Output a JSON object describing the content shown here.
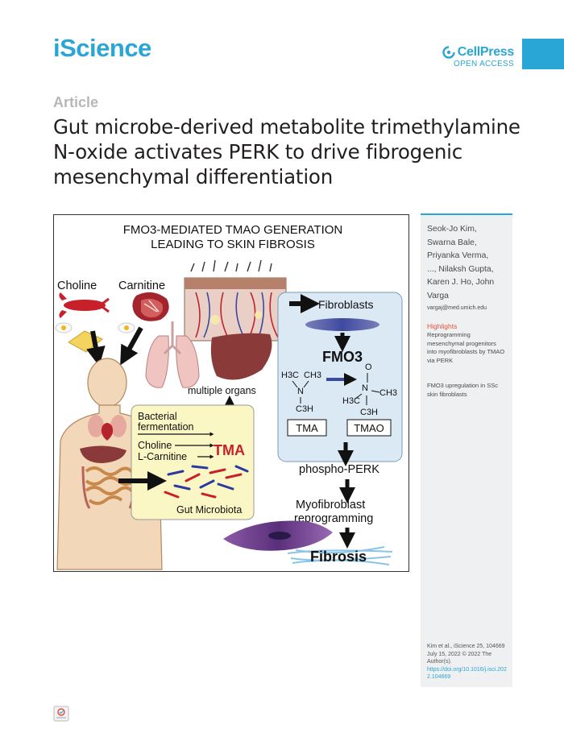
{
  "header": {
    "journal": "iScience",
    "publisher": "CellPress",
    "access": "OPEN ACCESS",
    "brand_color": "#2aa6d6"
  },
  "article": {
    "type": "Article",
    "title_lines": [
      "Gut microbe-derived metabolite trimethylamine",
      "N-oxide activates PERK to drive fibrogenic",
      "mesenchymal differentiation"
    ]
  },
  "graphical_abstract": {
    "heading_line1": "FMO3-MEDIATED TMAO GENERATION",
    "heading_line2": "LEADING TO SKIN FIBROSIS",
    "choline": "Choline",
    "carnitine": "Carnitine",
    "fibroblasts": "Fibroblasts",
    "fmo3": "FMO3",
    "tma_box": "TMA",
    "tmao_box": "TMAO",
    "multiple_organs": "multiple organs",
    "bacterial": "Bacterial",
    "fermentation": "fermentation",
    "choline2": "Choline",
    "lcarnitine": "L-Carnitine",
    "tma_red": "TMA",
    "gut_microbiota": "Gut Microbiota",
    "phospho_perk": "phospho-PERK",
    "myofibroblast": "Myofibroblast",
    "reprogramming": "reprogramming",
    "fibrosis": "Fibrosis",
    "chem": {
      "h3c": "H3C",
      "ch3": "CH3",
      "n": "N",
      "c3h": "C3H",
      "o_minus": "O",
      "n_plus": "N"
    }
  },
  "sidebar": {
    "authors": [
      "Seok-Jo Kim,",
      "Swarna Bale,",
      "Priyanka Verma,",
      "..., Nilaksh Gupta,",
      "Karen J. Ho, John",
      "Varga"
    ],
    "email": "vargaj@med.umich.edu",
    "highlights_title": "Highlights",
    "highlights": [
      "Reprogramming mesenchymal progenitors into myofibroblasts by TMAO via PERK",
      "FMO3 upregulation in SSc skin fibroblasts"
    ],
    "citation": "Kim et al., iScience 25, 104669 July 15, 2022 © 2022 The Author(s).",
    "doi": "https://doi.org/10.1016/j.isci.2022.104669"
  },
  "badge": {
    "icon": "check-for-updates-icon"
  }
}
